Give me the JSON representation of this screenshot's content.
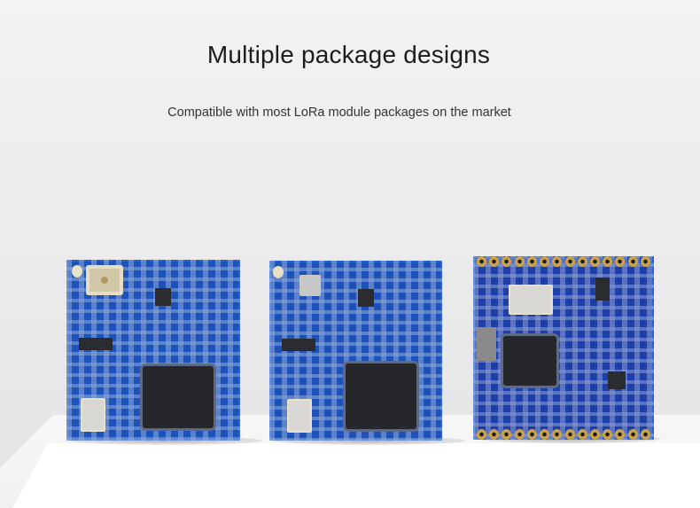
{
  "header": {
    "title": "Multiple package designs",
    "subtitle": "Compatible with most LoRa module packages on the market"
  },
  "modules": [
    {
      "name": "module-ipex-antenna",
      "board_color": "#1d52b8"
    },
    {
      "name": "module-spring-antenna",
      "board_color": "#1d52b8"
    },
    {
      "name": "module-stamp-hole",
      "board_color": "#1d3fa8"
    }
  ],
  "colors": {
    "background": "#ececed",
    "pcb_blue": "#1d52b8",
    "gold_pad": "#c9a24b",
    "chip_black": "#26272b"
  }
}
